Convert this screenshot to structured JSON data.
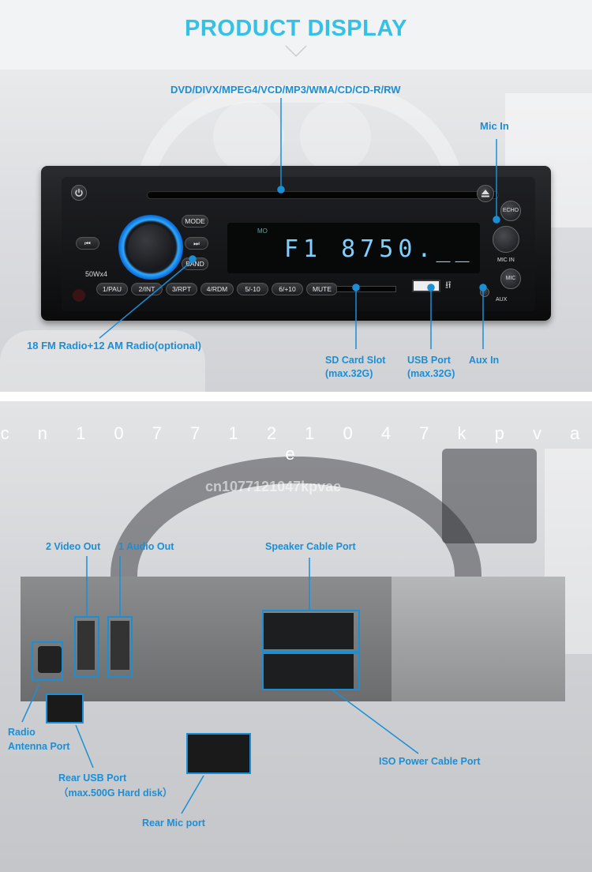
{
  "header": {
    "title": "PRODUCT DISPLAY"
  },
  "front": {
    "formats": "DVD/DIVX/MPEG4/VCD/MP3/WMA/CD/CD-R/RW",
    "mic_in": "Mic In",
    "radio": "18 FM Radio+12 AM Radio(optional)",
    "sd_slot": {
      "line1": "SD Card Slot",
      "line2": "(max.32G)"
    },
    "usb_port": {
      "line1": "USB Port",
      "line2": "(max.32G)"
    },
    "aux_in": "Aux In",
    "unit": {
      "power_label": "50Wx4",
      "mode": "MODE",
      "band": "BAND",
      "echo": "ECHO",
      "mic": "MIC",
      "mic_in_small": "MIC IN",
      "aux_small": "AUX",
      "lcd_mo": "MO",
      "lcd_display": "F1  8750.__",
      "presets": [
        "1/PAU",
        "2/INT",
        "3/RPT",
        "4/RDM",
        "5/-10",
        "6/+10",
        "MUTE"
      ]
    }
  },
  "watermark_id": "cn1077121047kpvae",
  "watermark_spaced": "c n 1 0 7 7 1 2 1 0 4 7 k p v a e",
  "back": {
    "video_out": "2 Video Out",
    "audio_out": "1 Audio Out",
    "speaker_port": "Speaker Cable Port",
    "radio_antenna": {
      "line1": "Radio",
      "line2": "Antenna Port"
    },
    "rear_usb": {
      "line1": "Rear USB Port",
      "line2": "（max.500G Hard disk）"
    },
    "iso_power": "ISO Power Cable Port",
    "rear_mic": "Rear Mic port"
  },
  "colors": {
    "accent": "#35c1e6",
    "label": "#1b8fd6"
  }
}
